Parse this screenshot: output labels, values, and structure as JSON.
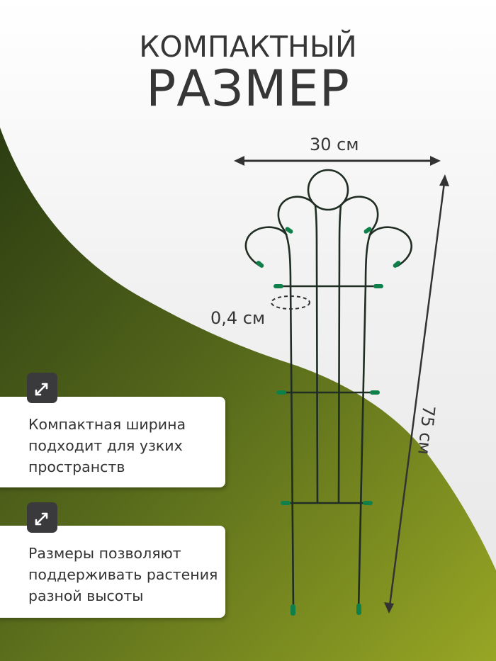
{
  "header": {
    "title_line1": "КОМПАКТНЫЙ",
    "title_line2": "РАЗМЕР"
  },
  "dimensions": {
    "width": "30 см",
    "wire_thickness": "0,4 см",
    "height": "75 см"
  },
  "features": [
    {
      "icon": "expand-arrows-icon",
      "text": "Компактная ширина подходит для узких пространств"
    },
    {
      "icon": "expand-arrows-icon",
      "text": "Размеры позволяют поддерживать растения разной высоты"
    }
  ],
  "colors": {
    "background_light": "#efefef",
    "green_dark": "#2f4214",
    "green_light": "#8fa023",
    "text_dark": "#363636",
    "badge_bg": "#3a3a3c",
    "wire": "#1f2d22",
    "tip_green": "#10804a"
  }
}
